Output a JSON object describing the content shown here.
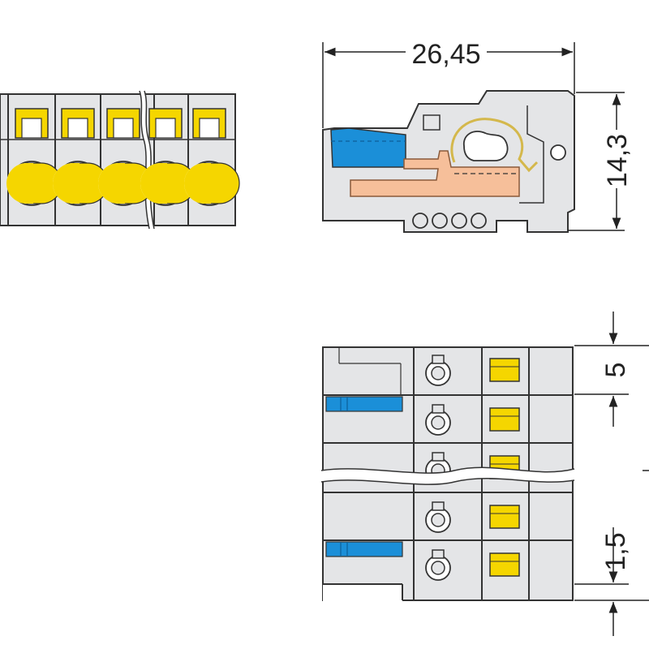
{
  "dimensions": {
    "width": "26,45",
    "height": "14,3",
    "pitch": "5",
    "offset": "1,5"
  },
  "colors": {
    "housing": "#e4e5e7",
    "outline": "#333333",
    "yellow": "#f5d600",
    "blue": "#1b8fd8",
    "copper": "#f6bf9a",
    "spring": "#d4b84c"
  }
}
